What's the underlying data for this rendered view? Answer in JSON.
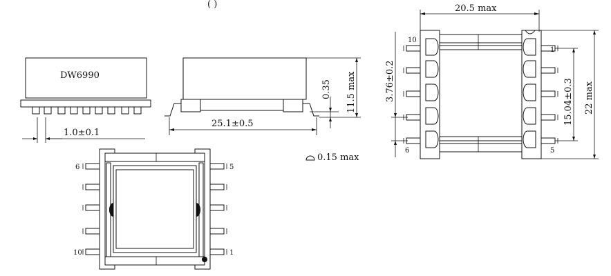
{
  "top_caption": "(          )",
  "front_view": {
    "marking": "DW6990",
    "pitch_dim": "1.0±0.1"
  },
  "side_view": {
    "standoff_dim": "0.35",
    "height_dim": "11.5 max",
    "length_dim": "25.1±0.5",
    "coplanarity_dim": "0.15 max"
  },
  "top_view": {
    "width_dim": "20.5 max",
    "overall_dim": "22 max",
    "pin_span_dim": "15.04±0.3",
    "pin_pitch_dim": "3.76±0.2",
    "pin_labels": [
      "10",
      "1",
      "6",
      "5"
    ]
  },
  "bottom_view": {
    "pin_labels": [
      "6",
      "5",
      "10",
      "1"
    ]
  }
}
